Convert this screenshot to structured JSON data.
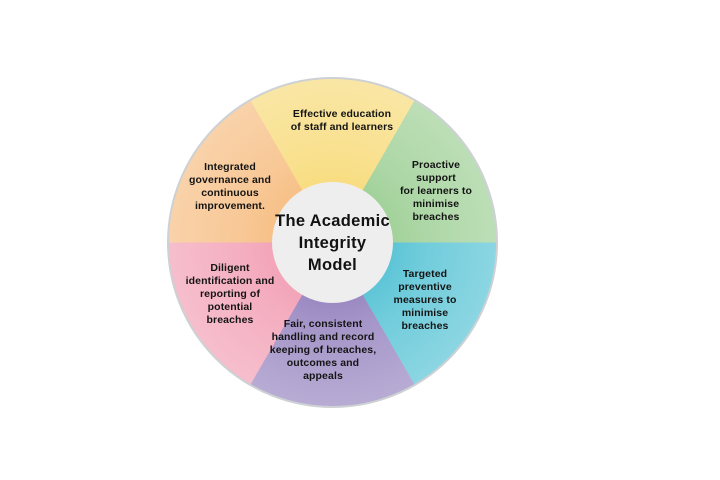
{
  "title": "The Academic\nIntegrity Model",
  "wheel": {
    "start_angle_deg": -30,
    "segment_sweep_deg": 60,
    "rim_color": "#cdd1d4",
    "hub_color": "#eeeeee",
    "rim_highlight": "rgba(255,255,255,0.28)"
  },
  "segments": [
    {
      "id": "education",
      "position": "top",
      "color": "#F8DD82",
      "label": "Effective education\nof staff and learners"
    },
    {
      "id": "proactive",
      "position": "upper-right",
      "color": "#A3D29B",
      "label": "Proactive\nsupport\nfor learners to\nminimise\nbreaches"
    },
    {
      "id": "preventive",
      "position": "lower-right",
      "color": "#5FC6D7",
      "label": "Targeted\npreventive\nmeasures to\nminimise\nbreaches"
    },
    {
      "id": "fair",
      "position": "bottom",
      "color": "#9C8BC3",
      "label": "Fair, consistent\nhandling and record\nkeeping of breaches,\noutcomes and\nappeals"
    },
    {
      "id": "diligent",
      "position": "lower-left",
      "color": "#F3A5B9",
      "label": "Diligent\nidentification and\nreporting of\npotential\nbreaches"
    },
    {
      "id": "governance",
      "position": "upper-left",
      "color": "#F7C189",
      "label": "Integrated\ngovernance and\ncontinuous\nimprovement."
    }
  ]
}
